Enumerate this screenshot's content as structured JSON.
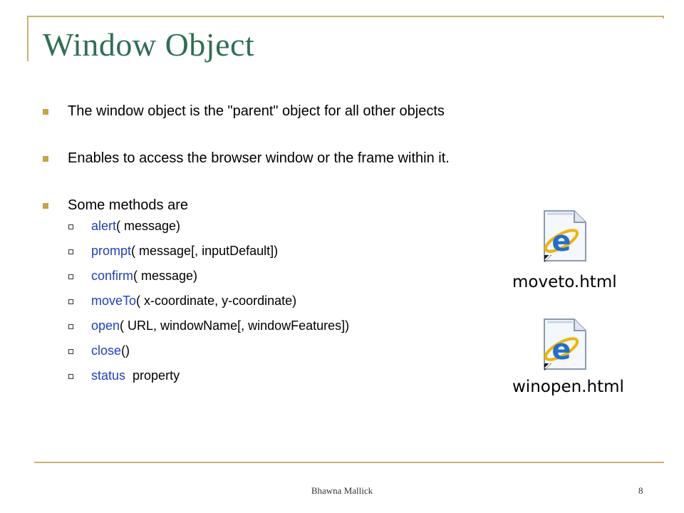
{
  "slide": {
    "title": "Window Object",
    "bullets": [
      "The window object is the \"parent\" object for all other objects",
      "Enables to access the browser window or the frame within it.",
      "Some methods are"
    ],
    "methods": [
      {
        "name": "alert",
        "args": "( message)"
      },
      {
        "name": "prompt",
        "args": "( message[, inputDefault])"
      },
      {
        "name": "confirm",
        "args": "( message)"
      },
      {
        "name": "moveTo",
        "args": "( x-coordinate, y-coordinate)"
      },
      {
        "name": "open",
        "args": "( URL, windowName[, windowFeatures])"
      },
      {
        "name": "close",
        "args": "()"
      },
      {
        "name": "status",
        "args": "  property"
      }
    ],
    "files": [
      {
        "icon": "internet-explorer-file-icon",
        "label": "moveto.html"
      },
      {
        "icon": "internet-explorer-file-icon",
        "label": "winopen.html"
      }
    ]
  },
  "footer": {
    "author": "Bhawna Mallick",
    "page_number": "8"
  },
  "colors": {
    "title": "#2f6f54",
    "rule": "#c8b36a",
    "bullet": "#c8a43f",
    "method_name": "#1f3fc4"
  }
}
